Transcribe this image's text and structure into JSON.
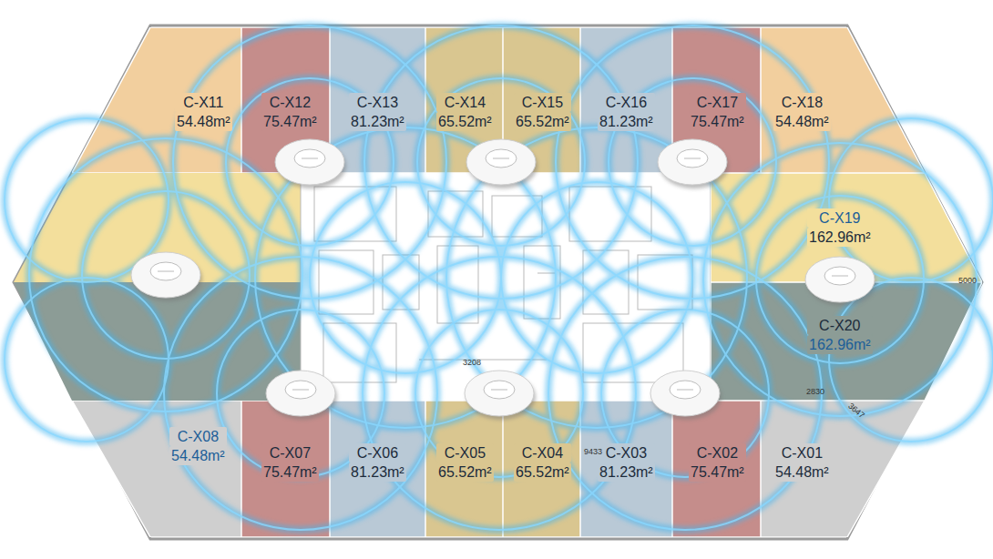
{
  "diagram": {
    "nodes": [
      {
        "text": [
          "C-X11",
          "54.48m²"
        ]
      },
      {
        "text": [
          "C-X12",
          "75.47m²"
        ]
      },
      {
        "text": [
          "C-X13",
          "81.23m²"
        ]
      },
      {
        "text": [
          "C-X14",
          "65.52m²"
        ]
      },
      {
        "text": [
          "C-X15",
          "65.52m²"
        ]
      },
      {
        "text": [
          "C-X16",
          "81.23m²"
        ]
      },
      {
        "text": [
          "C-X17",
          "75.47m²"
        ]
      },
      {
        "text": [
          "C-X18",
          "54.48m²"
        ]
      },
      {
        "text": [
          "C-X19",
          "162.96m²"
        ]
      },
      {
        "text": [
          "C-X20",
          "162.96m²"
        ]
      },
      {
        "text": [
          "C-X08",
          "54.48m²"
        ]
      },
      {
        "text": [
          "C-X07",
          "75.47m²"
        ]
      },
      {
        "text": [
          "C-X06",
          "81.23m²"
        ]
      },
      {
        "text": [
          "C-X05",
          "65.52m²"
        ]
      },
      {
        "text": [
          "C-X04",
          "65.52m²"
        ]
      },
      {
        "text": [
          "C-X03",
          "81.23m²"
        ]
      },
      {
        "text": [
          "C-X02",
          "75.47m²"
        ]
      },
      {
        "text": [
          "C-X01",
          "54.48m²"
        ]
      }
    ],
    "labels": [
      "3208",
      "5000",
      "2830",
      "3647",
      "9433"
    ]
  }
}
